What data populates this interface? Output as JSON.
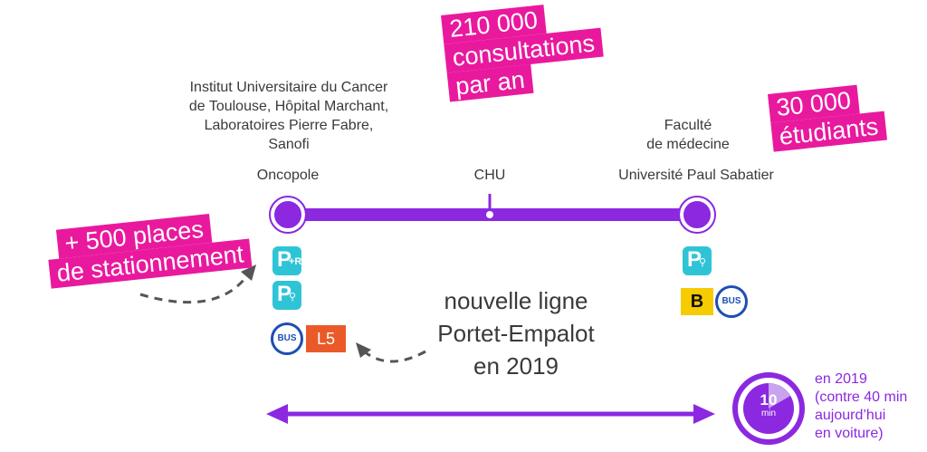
{
  "stops": {
    "left": {
      "name": "Oncopole",
      "desc": [
        "Institut Universitaire du Cancer",
        "de Toulouse, Hôpital Marchant,",
        "Laboratoires Pierre Fabre,",
        "Sanofi"
      ]
    },
    "middle": {
      "name": "CHU"
    },
    "right": {
      "name": "Université Paul Sabatier",
      "desc": [
        "Faculté",
        "de médecine"
      ]
    }
  },
  "callouts": {
    "consultations": [
      "210 000",
      "consultations",
      "par an"
    ],
    "students": [
      "30 000",
      "étudiants"
    ],
    "parking": [
      "+ 500 places",
      "de stationnement"
    ]
  },
  "new_line": [
    "nouvelle ligne",
    "Portet-Empalot",
    "en 2019"
  ],
  "icons": {
    "park_ride": "P",
    "park_ride_sub": "+R",
    "park_bike": "P",
    "bus": "BUS",
    "line_l5": "L5",
    "metro_b": "B"
  },
  "timer": {
    "value": "10",
    "unit": "min"
  },
  "time_note": [
    "en 2019",
    "(contre 40 min",
    "aujourd’hui",
    "en voiture)"
  ],
  "colors": {
    "purple": "#8b28e0",
    "magenta": "#e9199e",
    "cyan": "#2ec4d6",
    "bus_blue": "#1d4fb3",
    "metro_yellow": "#f6cb00",
    "l5_orange": "#ea5a28"
  }
}
